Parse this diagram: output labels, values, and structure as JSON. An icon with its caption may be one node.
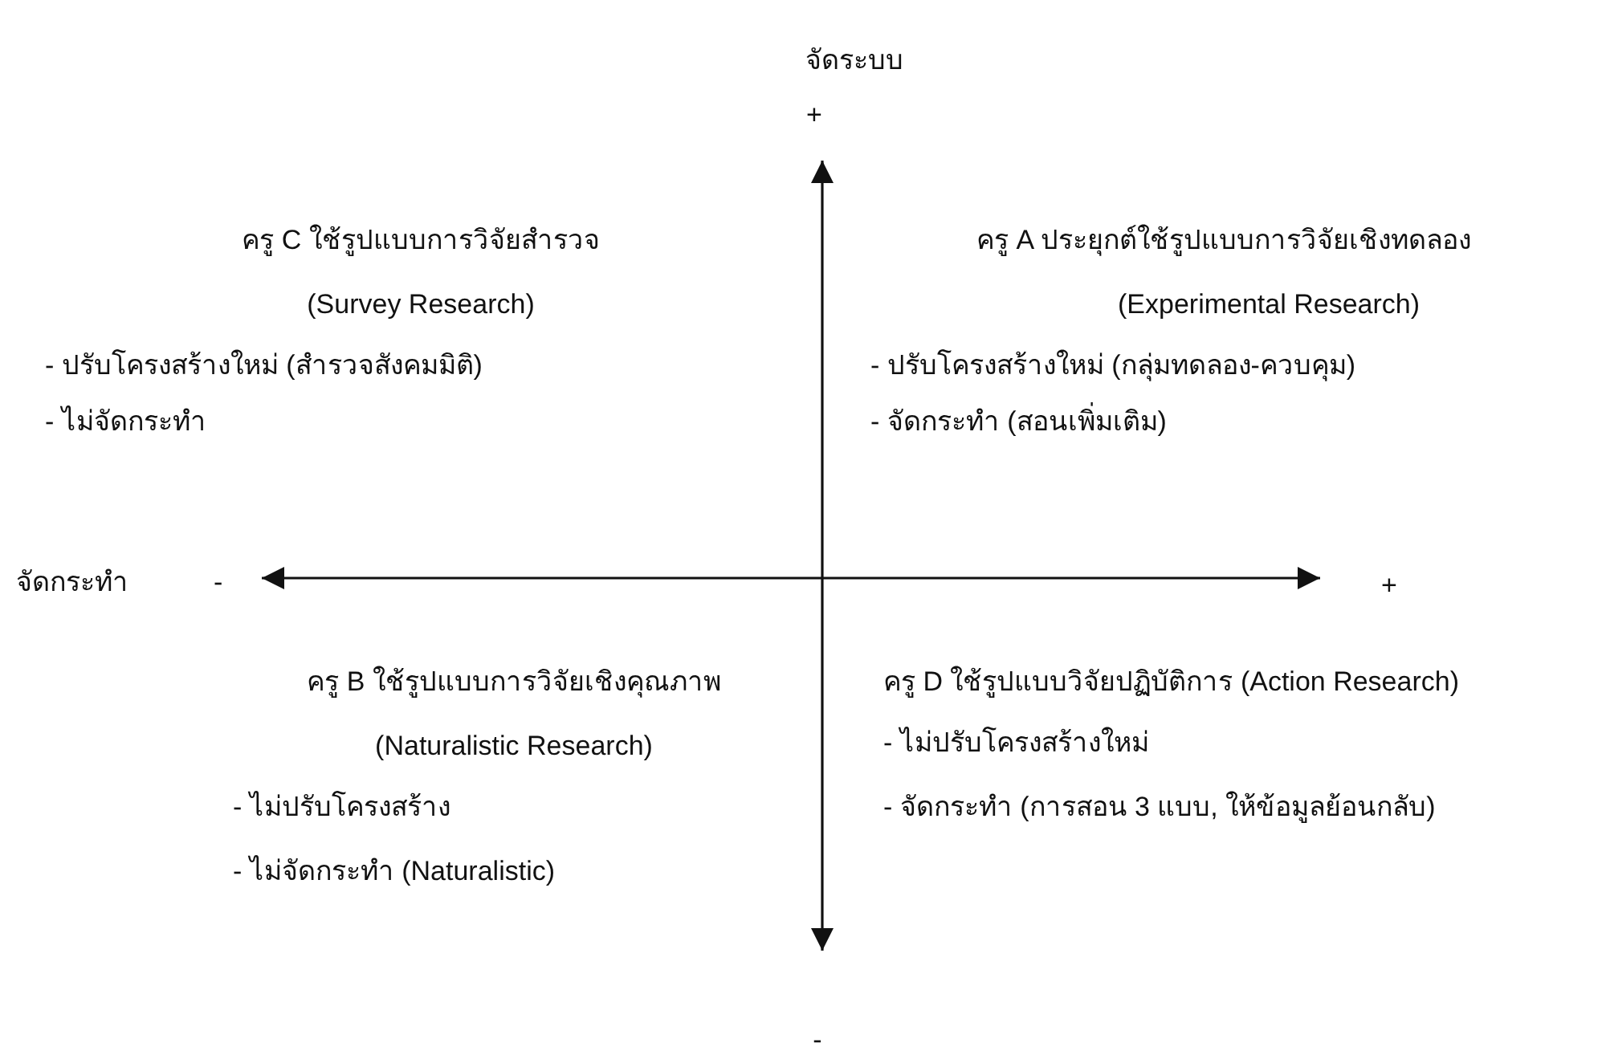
{
  "diagram": {
    "labels": [
      "จัดระบบ",
      "+",
      "ครู C ใช้รูปแบบการวิจัยสำรวจ",
      "(Survey Research)",
      "- ปรับโครงสร้างใหม่ (สำรวจสังคมมิติ)",
      "- ไม่จัดกระทำ",
      "ครู A ประยุกต์ใช้รูปแบบการวิจัยเชิงทดลอง",
      "(Experimental Research)",
      "- ปรับโครงสร้างใหม่ (กลุ่มทดลอง-ควบคุม)",
      "- จัดกระทำ (สอนเพิ่มเติม)",
      "จัดกระทำ",
      "-",
      "+",
      "ครู B ใช้รูปแบบการวิจัยเชิงคุณภาพ",
      "(Naturalistic Research)",
      "- ไม่ปรับโครงสร้าง",
      "- ไม่จัดกระทำ (Naturalistic)",
      "ครู D ใช้รูปแบบวิจัยปฏิบัติการ (Action Research)",
      "- ไม่ปรับโครงสร้างใหม่",
      "- จัดกระทำ (การสอน 3 แบบ, ให้ข้อมูลย้อนกลับ)",
      "-"
    ]
  }
}
